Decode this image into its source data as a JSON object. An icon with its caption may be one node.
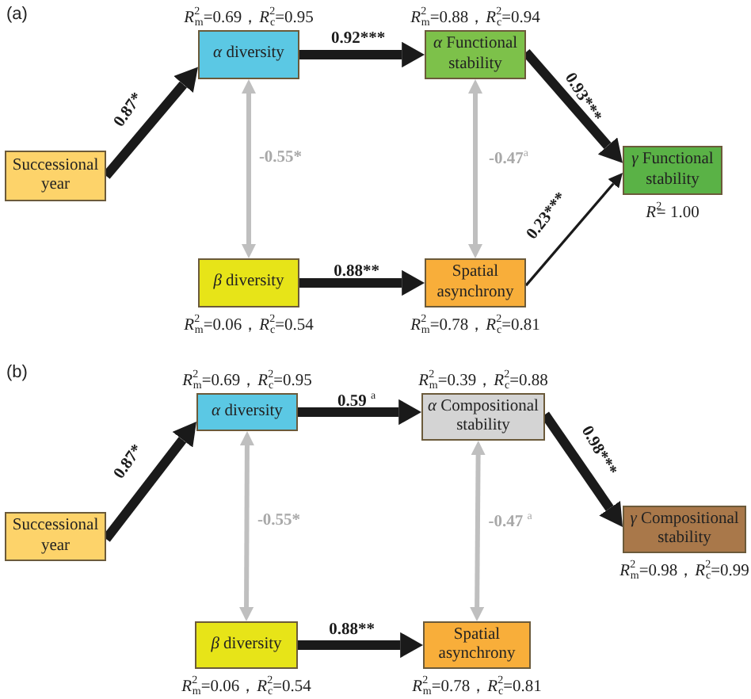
{
  "diagram": {
    "nodes": [
      {
        "text": [
          "Successional year"
        ]
      },
      {
        "text": [
          "*α* diversity"
        ],
        "beside": [
          "*R*$^{2}$$_{m}$=0.69，*R*$^{2}$$_{c}$=0.95"
        ]
      },
      {
        "text": [
          "*α* Functional stability"
        ],
        "beside": [
          "*R*$^{2}$$_{m}$=0.88，*R*$^{2}$$_{c}$=0.94"
        ]
      },
      {
        "text": [
          "*γ* Functional stability"
        ],
        "beside": [
          "*R*$^{2}$= 1.00"
        ]
      },
      {
        "text": [
          "*β* diversity"
        ],
        "beside": [
          "*R*$^{2}$$_{m}$=0.06，*R*$^{2}$$_{c}$=0.54"
        ]
      },
      {
        "text": [
          "Spatial asynchrony"
        ],
        "beside": [
          "*R*$^{2}$$_{m}$=0.78，*R*$^{2}$$_{c}$=0.81"
        ]
      },
      {
        "text": [
          "Successional year"
        ]
      },
      {
        "text": [
          "*α* diversity"
        ],
        "beside": [
          "*R*$^{2}$$_{m}$=0.69，*R*$^{2}$$_{c}$=0.95"
        ]
      },
      {
        "text": [
          "*α* Compositional stability"
        ],
        "beside": [
          "*R*$^{2}$$_{m}$=0.39，*R*$^{2}$$_{c}$=0.88"
        ]
      },
      {
        "text": [
          "*γ* Compositional stability"
        ],
        "beside": [
          "*R*$^{2}$$_{m}$=0.98，*R*$^{2}$$_{c}$=0.99"
        ]
      },
      {
        "text": [
          "*β* diversity"
        ],
        "beside": [
          "*R*$^{2}$$_{m}$=0.06，*R*$^{2}$$_{c}$=0.54"
        ]
      },
      {
        "text": [
          "Spatial asynchrony"
        ],
        "beside": [
          "*R*$^{2}$$_{m}$=0.78，*R*$^{2}$$_{c}$=0.81"
        ]
      }
    ],
    "edges": [
      {
        "from": 0,
        "to": 1,
        "arrow": "to",
        "label": "0.87*"
      },
      {
        "from": 1,
        "to": 2,
        "arrow": "to",
        "label": "0.92***"
      },
      {
        "from": 2,
        "to": 3,
        "arrow": "to",
        "label": "0.93***"
      },
      {
        "from": 5,
        "to": 3,
        "arrow": "to",
        "label": "0.23***"
      },
      {
        "from": 1,
        "to": 4,
        "arrow": "both",
        "label": "-0.55*",
        "color": "#bfbfbf"
      },
      {
        "from": 2,
        "to": 5,
        "arrow": "both",
        "label": "-0.47$^{a}$",
        "color": "#bfbfbf"
      },
      {
        "from": 4,
        "to": 5,
        "arrow": "to",
        "label": "0.88**"
      },
      {
        "from": 6,
        "to": 7,
        "arrow": "to",
        "label": "0.87*"
      },
      {
        "from": 7,
        "to": 8,
        "arrow": "to",
        "label": "0.59 $^{a}$"
      },
      {
        "from": 8,
        "to": 9,
        "arrow": "to",
        "label": "0.98***"
      },
      {
        "from": 7,
        "to": 10,
        "arrow": "both",
        "label": "-0.55*",
        "color": "#bfbfbf"
      },
      {
        "from": 8,
        "to": 11,
        "arrow": "both",
        "label": "-0.47 $^{a}$",
        "color": "#bfbfbf"
      },
      {
        "from": 10,
        "to": 11,
        "arrow": "to",
        "label": "0.88**"
      }
    ],
    "labels": [
      "(a)",
      "(b)"
    ]
  }
}
